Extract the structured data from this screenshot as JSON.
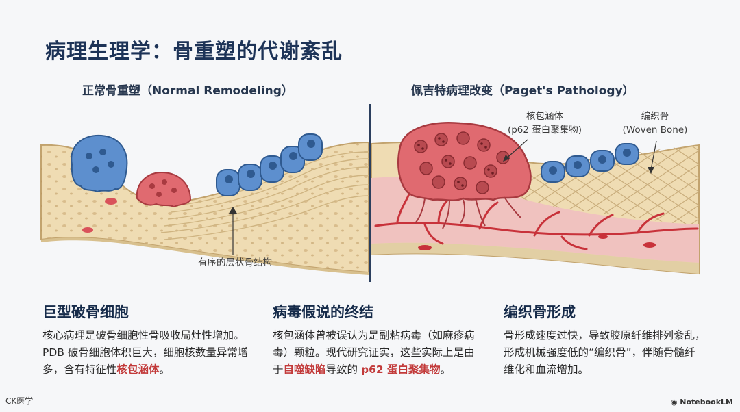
{
  "title": "病理生理学：骨重塑的代谢紊乱",
  "left_panel": {
    "heading": "正常骨重塑（Normal Remodeling）",
    "label_ordered": "有序的层状骨结构"
  },
  "right_panel": {
    "heading": "佩吉特病理改变（Paget's Pathology）",
    "label_inclusion_line1": "核包涵体",
    "label_inclusion_line2": "(p62 蛋白聚集物)",
    "label_woven_line1": "编织骨",
    "label_woven_line2": "(Woven Bone)"
  },
  "columns": [
    {
      "heading": "巨型破骨细胞",
      "text_a": "核心病理是破骨细胞性骨吸收局灶性增加。PDB 破骨细胞体积巨大，细胞核数量异常增多，含有特征性",
      "highlight_1": "核包涵体",
      "text_b": "。"
    },
    {
      "heading": "病毒假说的终结",
      "text_a": "核包涵体曾被误认为是副粘病毒（如麻疹病毒）颗粒。现代研究证实，这些实际上是由于",
      "highlight_1": "自噬缺陷",
      "text_b": "导致的 ",
      "highlight_2": "p62 蛋白聚集物",
      "text_c": "。"
    },
    {
      "heading": "编织骨形成",
      "text_a": "骨形成速度过快，导致胶原纤维排列紊乱，形成机械强度低的“编织骨”，伴随骨髓纤维化和血流增加。"
    }
  ],
  "footer": {
    "left": "CK医学",
    "right": "NotebookLM"
  },
  "colors": {
    "title": "#1d3357",
    "highlight": "#c23a3a",
    "osteoblast": "#4f87c9",
    "osteoclast": "#d9525a",
    "bone": "#efdcb3"
  }
}
